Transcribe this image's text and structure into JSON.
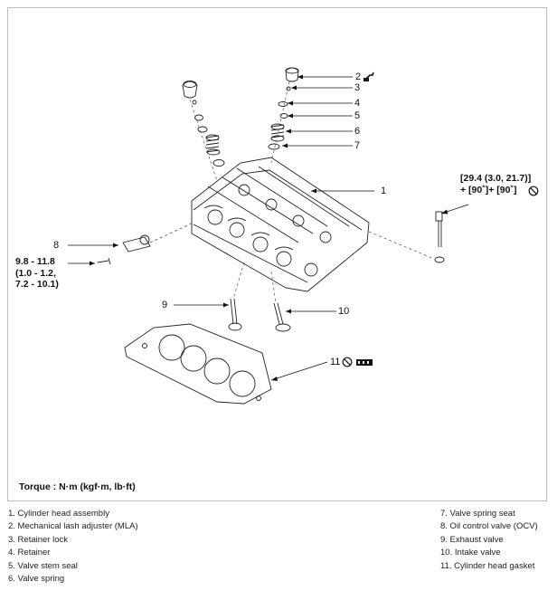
{
  "callouts": {
    "c1": "1",
    "c2": "2",
    "c3": "3",
    "c4": "4",
    "c5": "5",
    "c6": "6",
    "c7": "7",
    "c8": "8",
    "c9": "9",
    "c10": "10",
    "c11": "11"
  },
  "torque_specs": {
    "bolt": "[29.4 (3.0, 21.7)]\n+ [90˚]+ [90˚]",
    "ocv_bolt": "9.8 - 11.8\n(1.0 - 1.2,\n7.2 - 10.1)"
  },
  "torque_caption": "Torque : N·m (kgf·m, lb·ft)",
  "legend": {
    "left": [
      "1. Cylinder head assembly",
      "2. Mechanical lash adjuster (MLA)",
      "3. Retainer lock",
      "4. Retainer",
      "5. Valve stem seal",
      "6. Valve spring"
    ],
    "right": [
      "7. Valve spring seat",
      "8. Oil control valve (OCV)",
      "9. Exhaust valve",
      "10. Intake valve",
      "11. Cylinder head gasket"
    ]
  },
  "icons": [
    "do-not-reuse-icon",
    "apply-oil-icon",
    "apply-sealant-icon"
  ]
}
